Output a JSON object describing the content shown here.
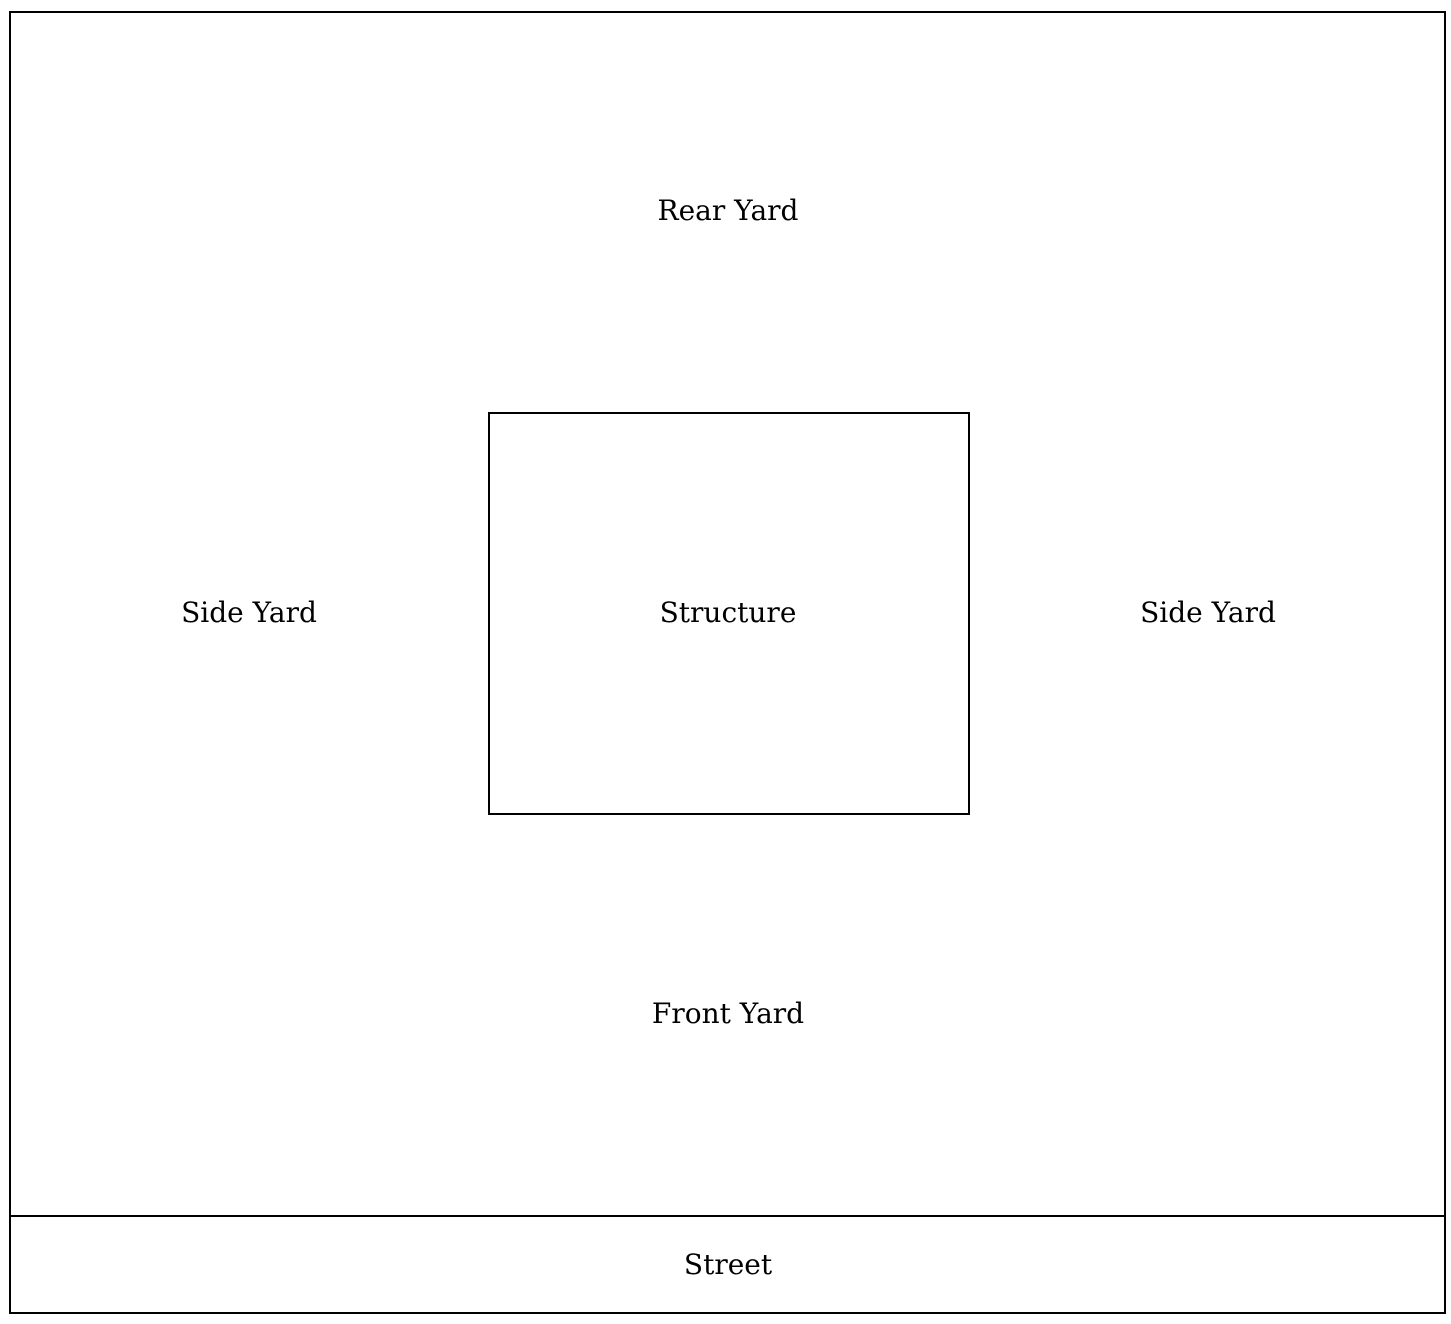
{
  "diagram": {
    "rear_yard": "Rear Yard",
    "side_yard_left": "Side Yard",
    "structure": "Structure",
    "side_yard_right": "Side Yard",
    "front_yard": "Front Yard",
    "street": "Street"
  },
  "colors": {
    "line": "#000000",
    "background": "#ffffff"
  }
}
